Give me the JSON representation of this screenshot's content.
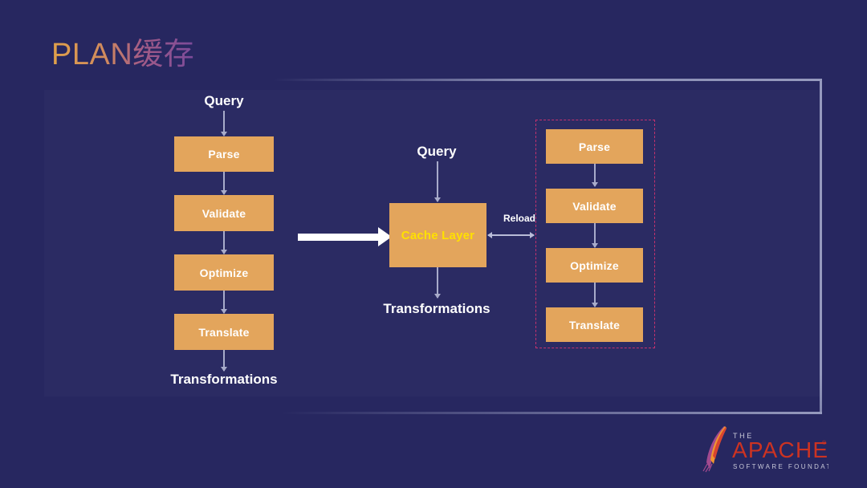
{
  "slide": {
    "title": "PLAN缓存",
    "background_color": "#272760",
    "panel_color": "#2b2b63",
    "box_color": "#e3a55c",
    "accent_yellow": "#ffe000",
    "dashed_border_color": "#c4326e",
    "title_gradient_from": "#e0a14a",
    "title_gradient_to": "#7b4a9a"
  },
  "left_flow": {
    "input_label": "Query",
    "output_label": "Transformations",
    "steps": [
      {
        "label": "Parse"
      },
      {
        "label": "Validate"
      },
      {
        "label": "Optimize"
      },
      {
        "label": "Translate"
      }
    ]
  },
  "middle_flow": {
    "input_label": "Query",
    "output_label": "Transformations",
    "cache_box_label": "Cache Layer"
  },
  "connector": {
    "reload_label": "Reload"
  },
  "right_flow": {
    "steps": [
      {
        "label": "Parse"
      },
      {
        "label": "Validate"
      },
      {
        "label": "Optimize"
      },
      {
        "label": "Translate"
      }
    ]
  },
  "logo": {
    "top_text": "THE",
    "main_text": "APACHE",
    "registered_mark": "®",
    "bottom_text": "SOFTWARE FOUNDATION"
  }
}
